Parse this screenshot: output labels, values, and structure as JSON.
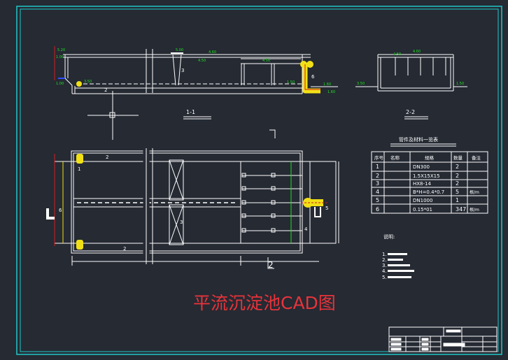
{
  "drawing_title": "平流沉淀池CAD图",
  "sections": {
    "s11": "1-1",
    "s22": "2-2",
    "plan_ref": "2"
  },
  "dimensions": {
    "top_left": "5.20",
    "mid_left": "1.00",
    "bottom_left": "1.00",
    "weir": "5.00",
    "top": "4.60",
    "water": "4.50",
    "sludge": "4.50",
    "pipe_in": "3.50",
    "outlet_a": "1.50",
    "outlet_b": "1.60",
    "outlet_c": "1.60",
    "s22_top": "4.60",
    "s22_a": "4.50",
    "s22_left": "3.50",
    "s22_right": "1.50"
  },
  "callouts": [
    "1",
    "2",
    "3",
    "4",
    "5",
    "6"
  ],
  "material_table": {
    "title": "管件及材料一览表",
    "headers": [
      "序号",
      "名称",
      "规格",
      "数量",
      "备注"
    ],
    "rows": [
      [
        "1",
        "",
        "DN300",
        "2",
        ""
      ],
      [
        "2",
        "",
        "1.5X15X15",
        "2",
        ""
      ],
      [
        "3",
        "",
        "HX8-14",
        "2",
        ""
      ],
      [
        "4",
        "",
        "B*H=0.4*0.7",
        "5",
        "根/m"
      ],
      [
        "5",
        "",
        "DN1000",
        "1",
        ""
      ],
      [
        "6",
        "",
        "0.15*01",
        "347",
        "根/m"
      ]
    ]
  },
  "notes": {
    "heading": "说明:",
    "items": [
      "1.",
      "2.",
      "3.",
      "4.",
      "5."
    ]
  },
  "colors": {
    "background": "#252a33",
    "frame": "#1fc8c8",
    "lines": "#ffffff",
    "dims": "#20e020",
    "pipes": "#f2e016",
    "title": "#e8333a"
  }
}
